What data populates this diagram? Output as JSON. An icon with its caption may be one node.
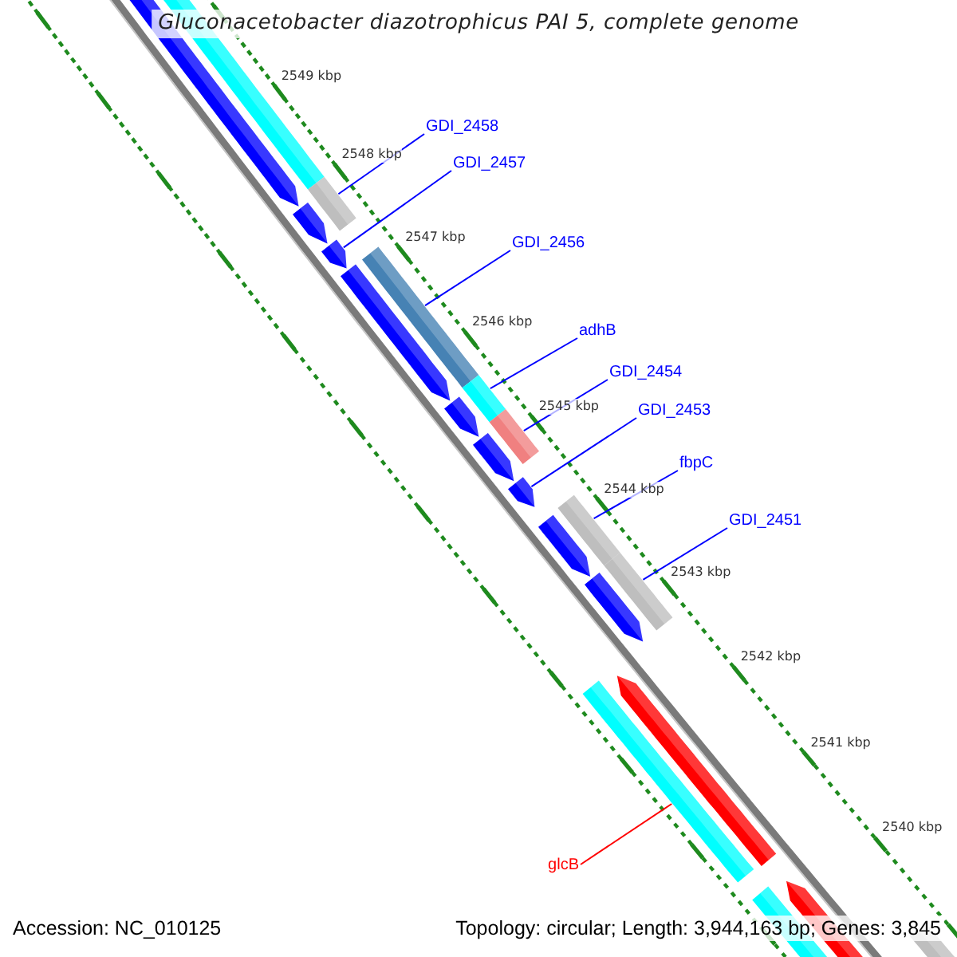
{
  "diagram": {
    "title": "Gluconacetobacter diazotrophicus PAI 5, complete genome",
    "nodes": [
      {
        "text": [
          "GDI_2458"
        ]
      },
      {
        "text": [
          "GDI_2457"
        ]
      },
      {
        "text": [
          "GDI_2456"
        ]
      },
      {
        "text": [
          "adhB"
        ]
      },
      {
        "text": [
          "GDI_2454"
        ]
      },
      {
        "text": [
          "GDI_2453"
        ]
      },
      {
        "text": [
          "fbpC"
        ]
      },
      {
        "text": [
          "GDI_2451"
        ]
      },
      {
        "text": [
          "glcB"
        ]
      },
      {
        "text": [],
        "shape": "bar"
      },
      {
        "text": [],
        "shape": "arrow"
      },
      {
        "text": [],
        "shape": "bar"
      },
      {
        "text": [],
        "shape": "bar"
      },
      {
        "text": [],
        "shape": "bar"
      },
      {
        "text": [],
        "shape": "arrow"
      },
      {
        "text": [],
        "shape": "bar"
      },
      {
        "text": [],
        "shape": "bar"
      },
      {
        "text": [],
        "shape": "bar"
      }
    ],
    "edges": [
      {
        "from": 0,
        "to": 9,
        "arrow": "none"
      },
      {
        "from": 1,
        "to": 10,
        "arrow": "none"
      },
      {
        "from": 2,
        "to": 11,
        "arrow": "none"
      },
      {
        "from": 3,
        "to": 12,
        "arrow": "none"
      },
      {
        "from": 4,
        "to": 13,
        "arrow": "none"
      },
      {
        "from": 5,
        "to": 14,
        "arrow": "none"
      },
      {
        "from": 6,
        "to": 15,
        "arrow": "none"
      },
      {
        "from": 7,
        "to": 16,
        "arrow": "none"
      },
      {
        "from": 8,
        "to": 17,
        "arrow": "none",
        "color": "#ff0000"
      }
    ],
    "labels": [
      "2549 kbp",
      "2548 kbp",
      "2547 kbp",
      "2546 kbp",
      "2545 kbp",
      "2544 kbp",
      "2543 kbp",
      "2542 kbp",
      "2541 kbp",
      "2540 kbp",
      "Accession: NC_010125",
      "Topology: circular; Length: 3,944,163 bp; Genes: 3,845"
    ]
  }
}
